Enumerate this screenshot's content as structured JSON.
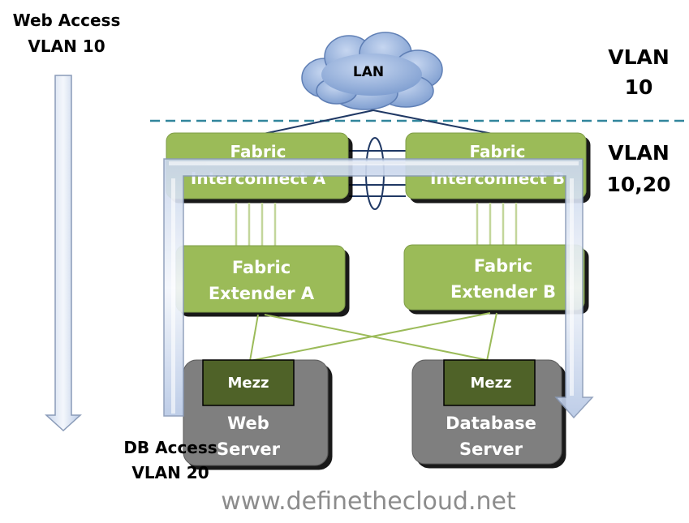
{
  "labels": {
    "web_access_line1": "Web Access",
    "web_access_line2": "VLAN 10",
    "db_access_line1": "DB Access",
    "db_access_line2": "VLAN 20",
    "vlan_top_line1": "VLAN",
    "vlan_top_line2": "10",
    "vlan_mid_line1": "VLAN",
    "vlan_mid_line2": "10,20"
  },
  "cloud": {
    "label": "LAN"
  },
  "fabric_interconnect_a": {
    "line1": "Fabric",
    "line2": "Interconnect A"
  },
  "fabric_interconnect_b": {
    "line1": "Fabric",
    "line2": "Interconnect B"
  },
  "fabric_extender_a": {
    "line1": "Fabric",
    "line2": "Extender A"
  },
  "fabric_extender_b": {
    "line1": "Fabric",
    "line2": "Extender B"
  },
  "web_server": {
    "mezz": "Mezz",
    "line1": "Web",
    "line2": "Server"
  },
  "database_server": {
    "mezz": "Mezz",
    "line1": "Database",
    "line2": "Server"
  },
  "footer": {
    "url": "www.definethecloud.net"
  },
  "colors": {
    "green_box": "#9bbb59",
    "mezz": "#4f6228",
    "server": "#7f7f7f",
    "cloud": "#8eaadb",
    "dashed_line": "#31859c",
    "link_green": "#9bbb59",
    "link_blue": "#1f3864"
  }
}
